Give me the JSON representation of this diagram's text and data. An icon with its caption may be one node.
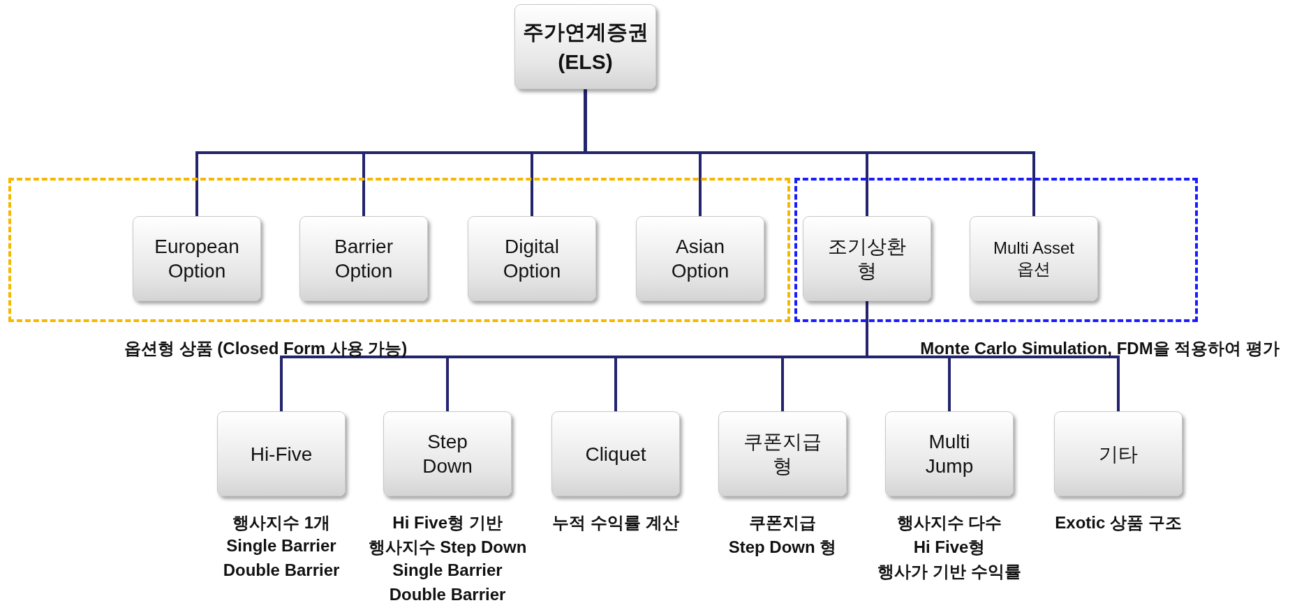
{
  "diagram": {
    "nodes": [
      {
        "text": [
          "주가연계증권 (ELS)"
        ]
      },
      {
        "text": [
          "옵션형 상품 (Closed Form 사용 가능)"
        ]
      },
      {
        "text": [
          "European Option"
        ],
        "in": 1
      },
      {
        "text": [
          "Barrier Option"
        ],
        "in": 1
      },
      {
        "text": [
          "Digital Option"
        ],
        "in": 1
      },
      {
        "text": [
          "Asian Option"
        ],
        "in": 1
      },
      {
        "text": [
          "Monte Carlo Simulation, FDM을 적용하여 평가"
        ]
      },
      {
        "text": [
          "조기상환형"
        ],
        "in": 6
      },
      {
        "text": [
          "Multi Asset 옵션"
        ],
        "in": 6
      },
      {
        "text": [
          "Hi-Five"
        ],
        "beside": [
          "행사지수 1개",
          "Single Barrier",
          "Double Barrier"
        ]
      },
      {
        "text": [
          "Step Down"
        ],
        "beside": [
          "Hi Five형 기반",
          "행사지수 Step Down",
          "Single Barrier",
          "Double Barrier"
        ]
      },
      {
        "text": [
          "Cliquet"
        ],
        "beside": [
          "누적 수익률 계산"
        ]
      },
      {
        "text": [
          "쿠폰지급형"
        ],
        "beside": [
          "쿠폰지급",
          "Step Down 형"
        ]
      },
      {
        "text": [
          "Multi Jump"
        ],
        "beside": [
          "행사지수 다수",
          "Hi Five형",
          "행사가 기반 수익률"
        ]
      },
      {
        "text": [
          "기타"
        ],
        "beside": [
          "Exotic 상품 구조"
        ]
      }
    ],
    "edges": [
      {
        "from": 0,
        "to": 2,
        "arrow": "none"
      },
      {
        "from": 0,
        "to": 3,
        "arrow": "none"
      },
      {
        "from": 0,
        "to": 4,
        "arrow": "none"
      },
      {
        "from": 0,
        "to": 5,
        "arrow": "none"
      },
      {
        "from": 0,
        "to": 7,
        "arrow": "none"
      },
      {
        "from": 0,
        "to": 8,
        "arrow": "none"
      },
      {
        "from": 7,
        "to": 9,
        "arrow": "none"
      },
      {
        "from": 7,
        "to": 10,
        "arrow": "none"
      },
      {
        "from": 7,
        "to": 11,
        "arrow": "none"
      },
      {
        "from": 7,
        "to": 12,
        "arrow": "none"
      },
      {
        "from": 7,
        "to": 13,
        "arrow": "none"
      },
      {
        "from": 7,
        "to": 14,
        "arrow": "none"
      }
    ]
  }
}
